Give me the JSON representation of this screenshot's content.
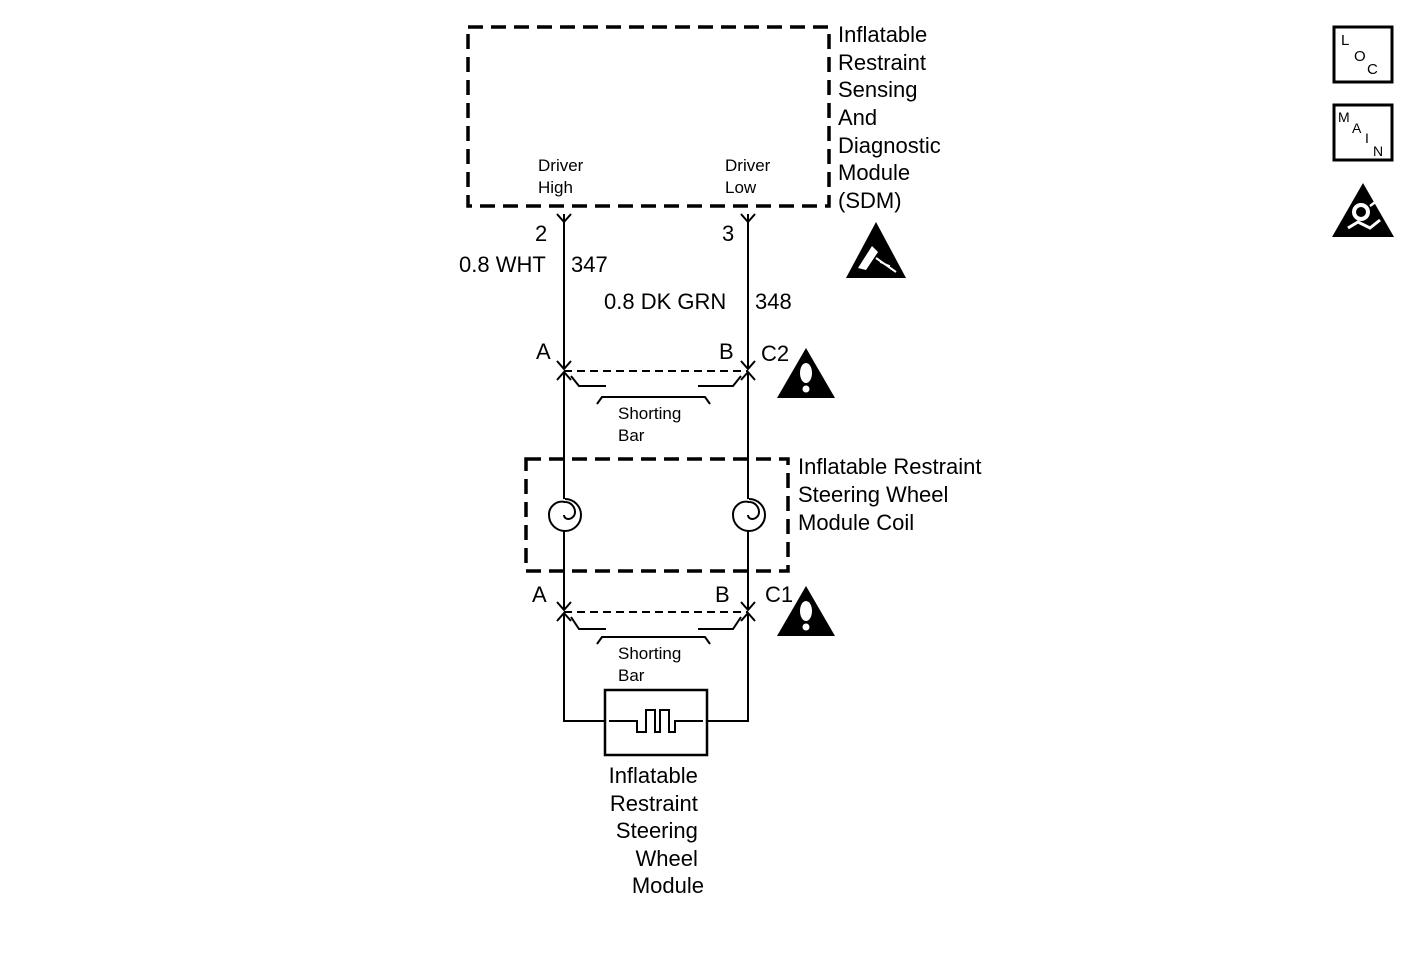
{
  "sdm": {
    "title_lines": [
      "Inflatable",
      "Restraint",
      "Sensing",
      "And",
      "Diagnostic",
      "Module",
      "(SDM)"
    ],
    "pin_high_label": [
      "Driver",
      "High"
    ],
    "pin_low_label": [
      "Driver",
      "Low"
    ]
  },
  "wires": {
    "high": {
      "pin": "2",
      "spec": "0.8 WHT",
      "circuit": "347"
    },
    "low": {
      "pin": "3",
      "spec": "0.8 DK GRN",
      "circuit": "348"
    }
  },
  "connector_c2": {
    "name": "C2",
    "pin_a": "A",
    "pin_b": "B",
    "shorting_bar": [
      "Shorting",
      "Bar"
    ]
  },
  "coil": {
    "title_lines": [
      "Inflatable Restraint",
      "Steering Wheel",
      "Module Coil"
    ]
  },
  "connector_c1": {
    "name": "C1",
    "pin_a": "A",
    "pin_b": "B",
    "shorting_bar": [
      "Shorting",
      "Bar"
    ]
  },
  "module": {
    "title_lines": [
      "Inflatable",
      "Restraint",
      "Steering",
      "Wheel",
      "Module"
    ]
  },
  "legend": {
    "loc": {
      "letters": [
        "L",
        "O",
        "C"
      ],
      "icon": "loc-icon"
    },
    "main": {
      "letters": [
        "M",
        "A",
        "I",
        "N"
      ],
      "icon": "main-icon"
    },
    "airbag": {
      "icon": "airbag-warning-icon"
    }
  },
  "icons": [
    "esd-warning-icon",
    "caution-icon",
    "coil-spiral-icon",
    "squib-icon"
  ]
}
